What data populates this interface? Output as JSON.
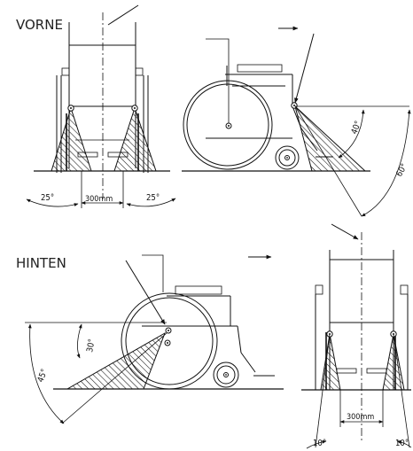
{
  "labels": {
    "front": "VORNE",
    "rear": "HINTEN"
  },
  "front_view": {
    "width": "300mm",
    "left_angle": "25°",
    "right_angle": "25°"
  },
  "side_front": {
    "angle_small": "40°",
    "angle_large": "60°"
  },
  "side_rear": {
    "angle_small": "30°",
    "angle_large": "45°"
  },
  "rear_view": {
    "width": "300mm",
    "left_angle": "10°",
    "right_angle": "10°"
  },
  "colors": {
    "line": "#111111",
    "background": "#ffffff"
  }
}
